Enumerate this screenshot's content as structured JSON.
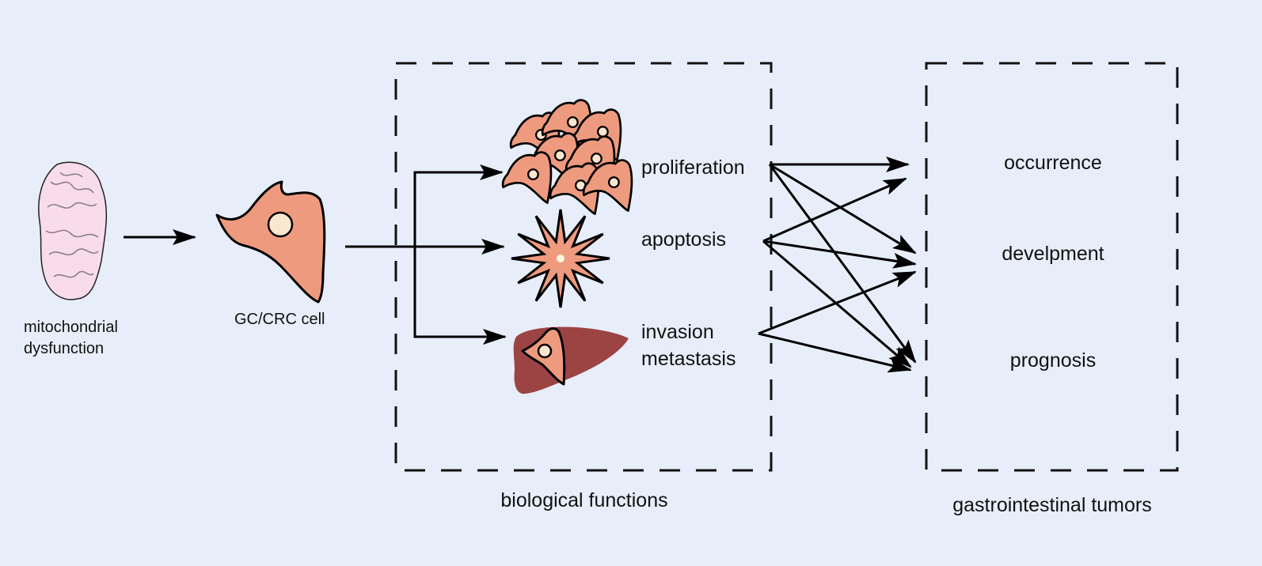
{
  "labels": {
    "mito": [
      "mitochondrial",
      "dysfunction"
    ],
    "cell": "GC/CRC cell",
    "proliferation": "proliferation",
    "apoptosis": "apoptosis",
    "invasion": [
      "invasion",
      "metastasis"
    ],
    "occurrence": "occurrence",
    "develpment": "develpment",
    "prognosis": "prognosis",
    "bio_box": "biological functions",
    "gi_box": "gastrointestinal tumors"
  },
  "colors": {
    "background": "#e8eef9",
    "cell": "#ee9a7e",
    "nucleus": "#fbe6d0",
    "mitochondrion": "#f9dcec",
    "liver": "#9c4444",
    "star_center": "#fff5df"
  },
  "icons": [
    "mitochondrion-icon",
    "tumor-cell-icon",
    "cell-cluster-icon",
    "apoptosis-star-icon",
    "liver-icon"
  ]
}
